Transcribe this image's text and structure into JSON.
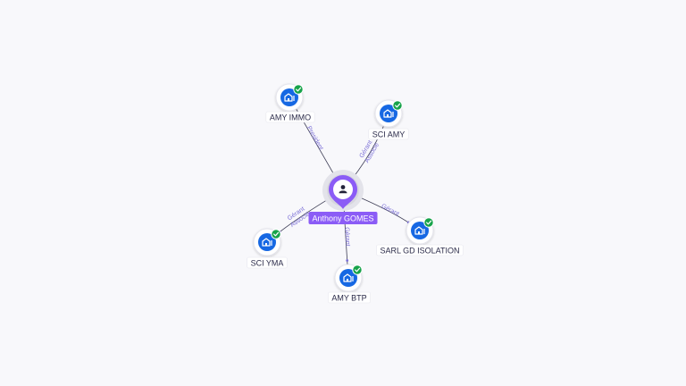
{
  "center": {
    "name": "Anthony GOMES",
    "icon": "person-icon",
    "color": "#8b5cf6"
  },
  "companies": [
    {
      "id": "amy-immo",
      "name": "AMY IMMO",
      "roles": [
        "President"
      ],
      "icon": "building-icon",
      "verified": true
    },
    {
      "id": "sci-amy",
      "name": "SCI AMY",
      "roles": [
        "Gérant",
        "Associé"
      ],
      "icon": "building-icon",
      "verified": true
    },
    {
      "id": "sarl-gd-isolation",
      "name": "SARL GD ISOLATION",
      "roles": [
        "Gérant"
      ],
      "icon": "building-icon",
      "verified": true
    },
    {
      "id": "amy-btp",
      "name": "AMY BTP",
      "roles": [
        "Gérant"
      ],
      "icon": "building-icon",
      "verified": true
    },
    {
      "id": "sci-yma",
      "name": "SCI YMA",
      "roles": [
        "Gérant",
        "Associé"
      ],
      "icon": "building-icon",
      "verified": true
    }
  ],
  "colors": {
    "company": "#1668e3",
    "verified": "#17a34a",
    "edge": "#3d3d55",
    "edge_label": "#7b6fd6"
  }
}
